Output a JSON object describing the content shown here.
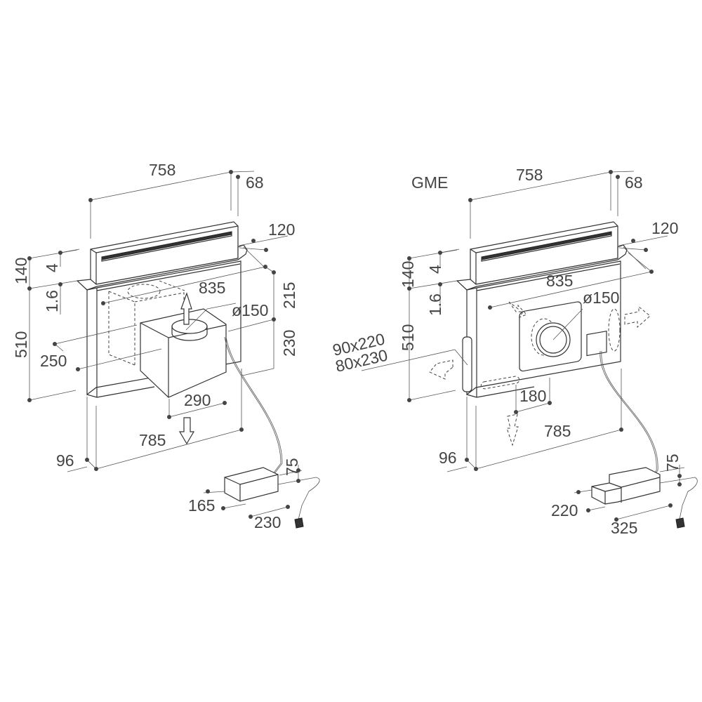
{
  "left": {
    "dims": {
      "w758": "758",
      "d68": "68",
      "d120": "120",
      "h140": "140",
      "h4": "4",
      "h16": "1.6",
      "h510": "510",
      "w835": "835",
      "h215": "215",
      "h230": "230",
      "dia150": "ø150",
      "d250": "250",
      "w290": "290",
      "w785": "785",
      "d96": "96",
      "h75": "75",
      "box_d": "165",
      "box_w": "230"
    }
  },
  "right": {
    "title": "GME",
    "dims": {
      "w758": "758",
      "d68": "68",
      "d120": "120",
      "h140": "140",
      "h4": "4",
      "h16": "1.6",
      "h510": "510",
      "w835": "835",
      "dia150": "ø150",
      "opening1": "90x220",
      "opening2": "80x230",
      "w180": "180",
      "w785": "785",
      "d96": "96",
      "h75": "75",
      "box_d": "220",
      "box_w": "325"
    }
  }
}
